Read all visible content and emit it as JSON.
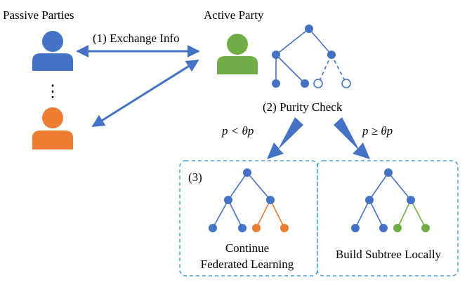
{
  "labels": {
    "passive_parties": "Passive Parties",
    "active_party": "Active Party",
    "exchange_info": "(1) Exchange Info",
    "vertical_dots": "⋮",
    "purity_check": "(2) Purity Check",
    "cond_less": "p < θp",
    "cond_geq": "p ≥ θp",
    "step3": "(3)",
    "continue_line1": "Continue",
    "continue_line2": "Federated Learning",
    "build_subtree": "Build Subtree Locally"
  },
  "colors": {
    "blue_node": "#4472c4",
    "blue_edge": "#4472c4",
    "person_blue": "#4472c4",
    "person_orange": "#ed7d31",
    "person_green": "#70ad47",
    "orange_node": "#ed7d31",
    "green_node": "#70ad47",
    "box_border": "#4ea1d3"
  },
  "icons": {
    "passive_party_1": "person-icon",
    "passive_party_2": "person-icon",
    "active_party": "person-icon"
  }
}
